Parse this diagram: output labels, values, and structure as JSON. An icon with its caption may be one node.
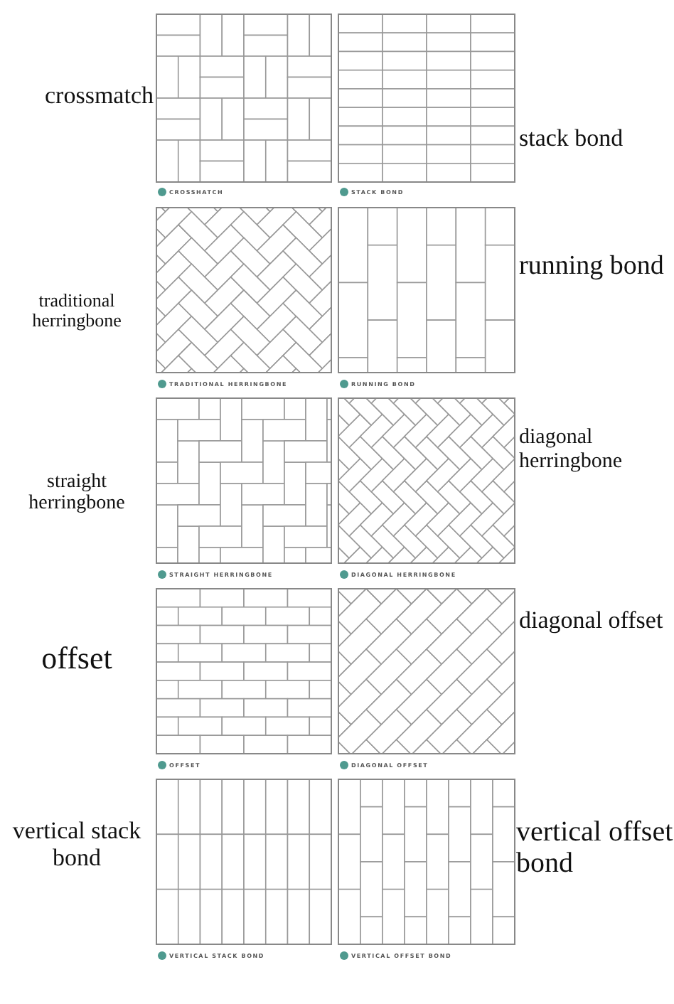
{
  "diagram": {
    "labels": [
      "crossmatch",
      "stack bond",
      "CROSSHATCH",
      "STACK BOND",
      "traditional herringbone",
      "running bond",
      "TRADITIONAL HERRINGBONE",
      "RUNNING BOND",
      "straight herringbone",
      "diagonal herringbone",
      "STRAIGHT HERRINGBONE",
      "DIAGONAL HERRINGBONE",
      "offset",
      "diagonal offset",
      "OFFSET",
      "DIAGONAL OFFSET",
      "vertical stack bond",
      "vertical offset bond",
      "VERTICAL STACK BOND",
      "VERTICAL OFFSET BOND"
    ]
  }
}
